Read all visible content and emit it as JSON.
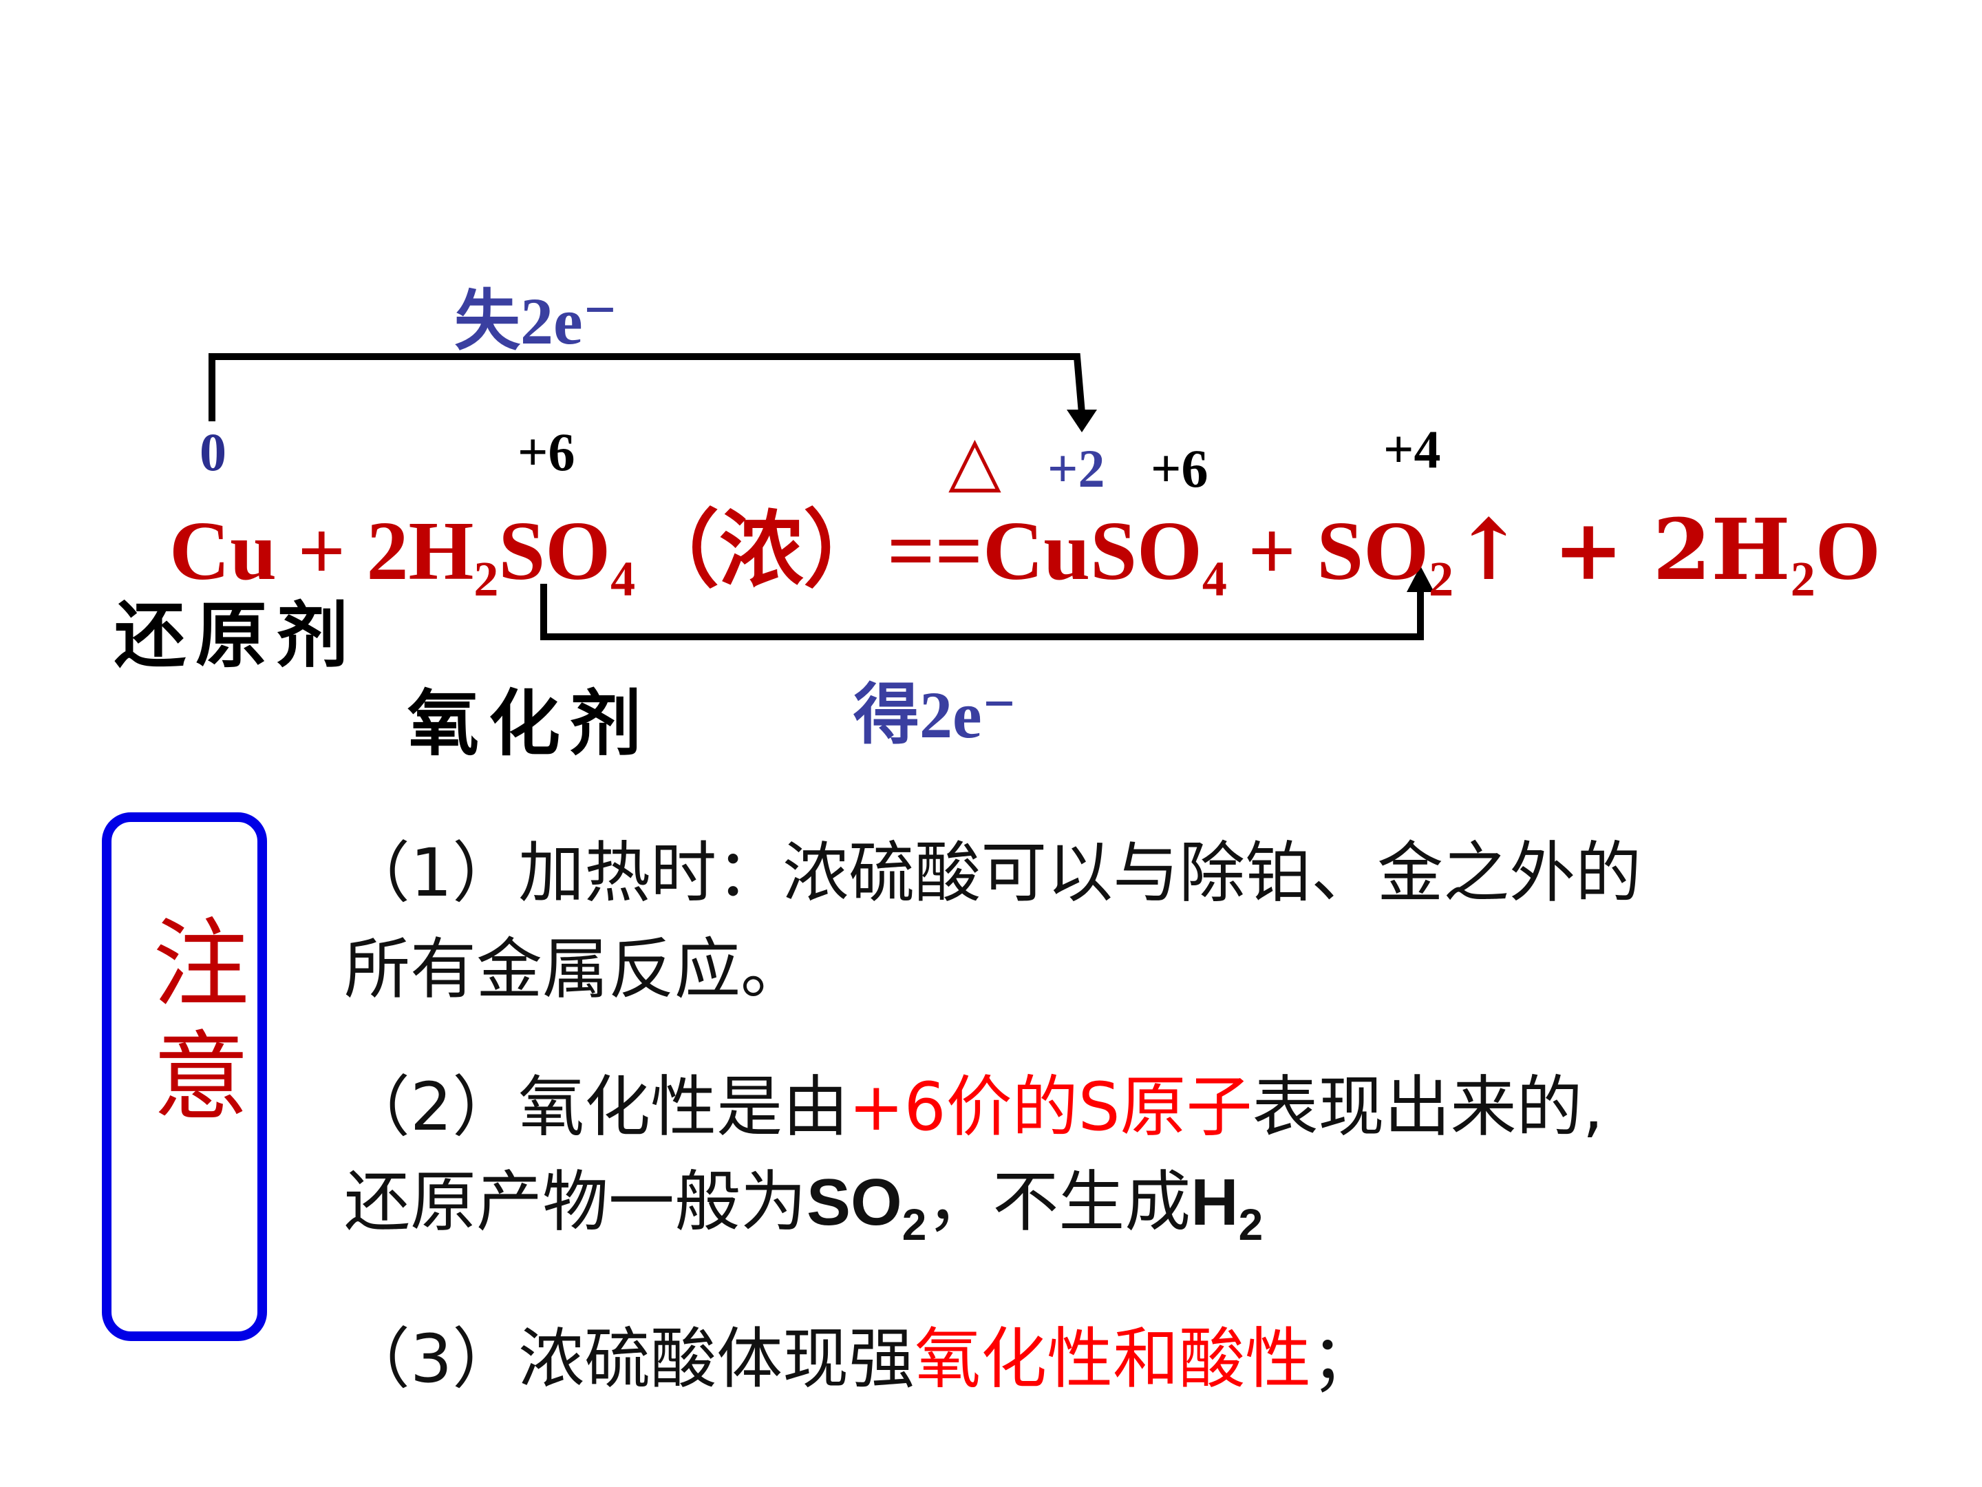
{
  "top_label": "失2e⁻",
  "bottom_label": "得2e⁻",
  "ox_states": {
    "cu": "0",
    "s_acid": "+6",
    "cu_product": "+2",
    "s_sulfate": "+6",
    "s_dioxide": "+4"
  },
  "heat_symbol": "△",
  "equation": {
    "p1": "Cu + 2H",
    "sub1": "2",
    "p2": "SO",
    "sub2": "4",
    "p3": "（浓）",
    "p4": "==CuSO",
    "sub3": "4",
    "p5": " + SO",
    "sub4": "2",
    "p6": "↑ + 2H",
    "sub5": "2",
    "p7": "O"
  },
  "reducing_agent": "还原剂",
  "oxidizing_agent": "氧化剂",
  "note": {
    "title_char1": "注",
    "title_char2": "意",
    "item1_line1": "（1）加热时：浓硫酸可以与除铂、金之外的",
    "item1_line2": "所有金属反应。",
    "item2_prefix": "（2）氧化性是由",
    "item2_highlight": "+6价的S原子",
    "item2_suffix": "表现出来的,",
    "item2_line2_a": "还原产物一般为",
    "item2_line2_so": "SO",
    "item2_line2_sub": "2",
    "item2_line2_b": "，不生成",
    "item2_line2_h": "H",
    "item2_line2_hsub": "2",
    "item3_prefix": "（3）浓硫酸体现强",
    "item3_highlight": "氧化性和酸性",
    "item3_suffix": "；"
  },
  "colors": {
    "equation": "#c00000",
    "electron_label": "#3a3fa0",
    "note_border": "#0000e6",
    "highlight": "#ff0000"
  }
}
